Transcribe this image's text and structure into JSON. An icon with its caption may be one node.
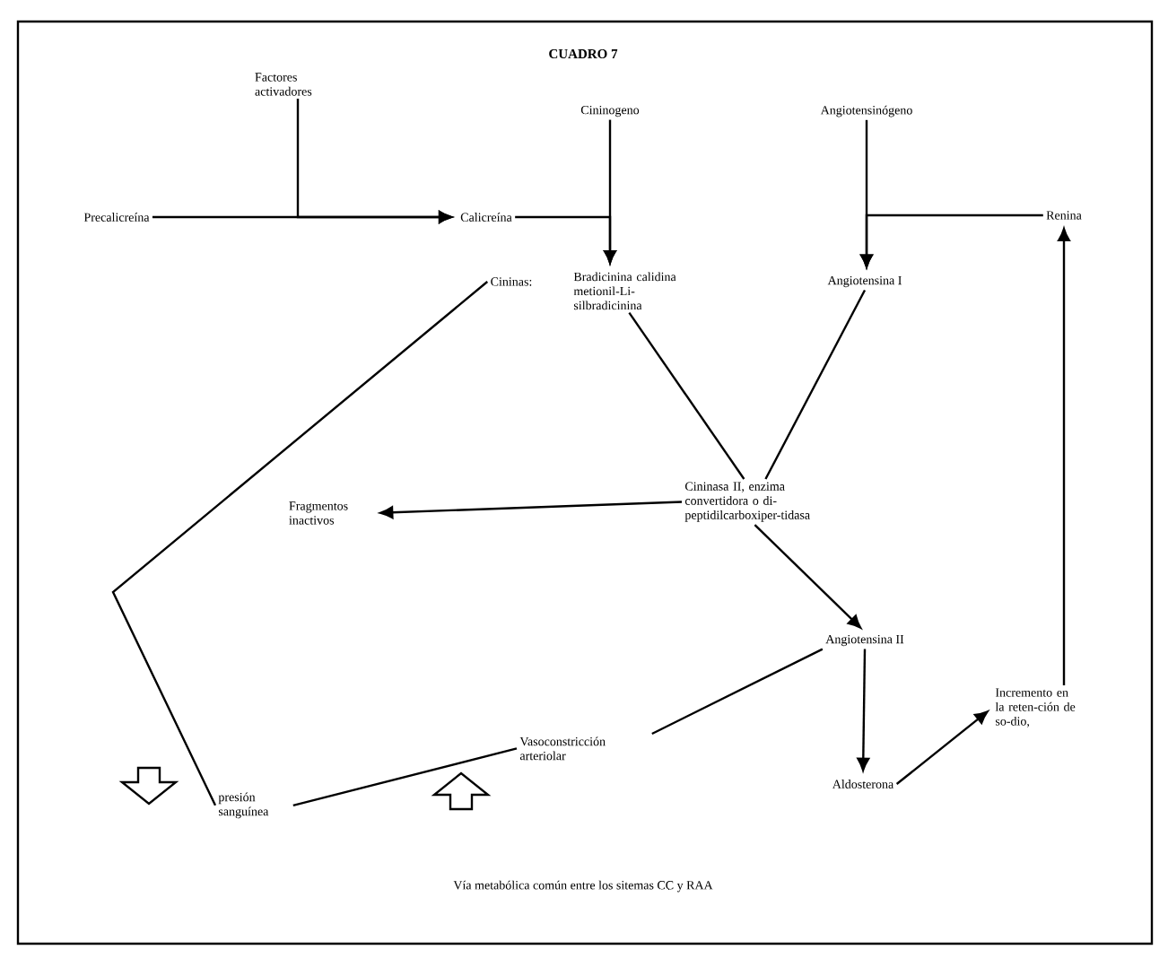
{
  "diagram": {
    "title": "CUADRO 7",
    "caption": "Vía metabólica común entre los sitemas CC y RAA",
    "nodes": [
      {
        "text": [
          "Factores activadores"
        ]
      },
      {
        "text": [
          "Precalicreína"
        ]
      },
      {
        "text": [
          "Calicreína"
        ]
      },
      {
        "text": [
          "Cininogeno"
        ]
      },
      {
        "text": [
          "Angiotensinógeno"
        ]
      },
      {
        "text": [
          "Renina"
        ]
      },
      {
        "text": [
          "Cininas:"
        ]
      },
      {
        "text": [
          "Bradicinina calidina metionil-Li-silbradicinina"
        ]
      },
      {
        "text": [
          "Angiotensina I"
        ]
      },
      {
        "text": [
          "Cininasa II, enzima convertidora o di-peptidilcarboxiper-tidasa"
        ]
      },
      {
        "text": [
          "Fragmentos inactivos"
        ]
      },
      {
        "text": [
          "Angiotensina II"
        ]
      },
      {
        "text": [
          "Vasoconstricción arteriolar"
        ]
      },
      {
        "text": [
          "Incremento en la reten-ción de so-dio,"
        ]
      },
      {
        "text": [
          "Aldosterona"
        ]
      },
      {
        "text": [
          "presión sanguínea"
        ]
      }
    ],
    "edges": [
      {
        "from": 1,
        "to": 2,
        "arrow": "to"
      },
      {
        "from": 0,
        "to": 2,
        "arrow": "to"
      },
      {
        "from": 3,
        "to": 7,
        "arrow": "to"
      },
      {
        "from": 2,
        "to": 7,
        "arrow": "to"
      },
      {
        "from": 4,
        "to": 8,
        "arrow": "to"
      },
      {
        "from": 5,
        "to": 8,
        "arrow": "to"
      },
      {
        "from": 6,
        "to": 15,
        "arrow": "none"
      },
      {
        "from": 7,
        "to": 9,
        "arrow": "none"
      },
      {
        "from": 8,
        "to": 9,
        "arrow": "none"
      },
      {
        "from": 9,
        "to": 10,
        "arrow": "to"
      },
      {
        "from": 9,
        "to": 11,
        "arrow": "to"
      },
      {
        "from": 11,
        "to": 12,
        "arrow": "none"
      },
      {
        "from": 11,
        "to": 14,
        "arrow": "to"
      },
      {
        "from": 14,
        "to": 13,
        "arrow": "to"
      },
      {
        "from": 13,
        "to": 5,
        "arrow": "to"
      },
      {
        "from": 12,
        "to": 15,
        "arrow": "none"
      }
    ]
  }
}
